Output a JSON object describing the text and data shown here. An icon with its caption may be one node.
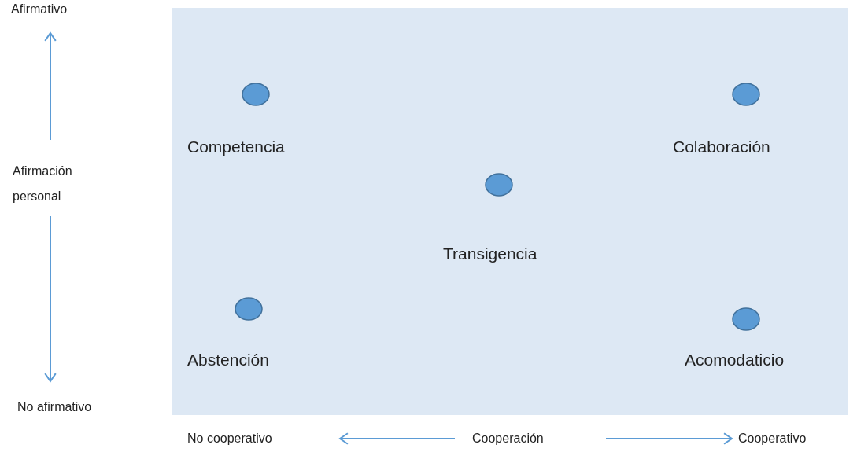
{
  "diagram": {
    "nodes": [
      {
        "text": [
          "Competencia"
        ]
      },
      {
        "text": [
          "Colaboración"
        ]
      },
      {
        "text": [
          "Transigencia"
        ]
      },
      {
        "text": [
          "Abstención"
        ]
      },
      {
        "text": [
          "Acomodaticio"
        ]
      }
    ],
    "labels": [
      "Afirmativo",
      "Afirmación personal",
      "No afirmativo",
      "No cooperativo",
      "Cooperación",
      "Cooperativo"
    ]
  }
}
